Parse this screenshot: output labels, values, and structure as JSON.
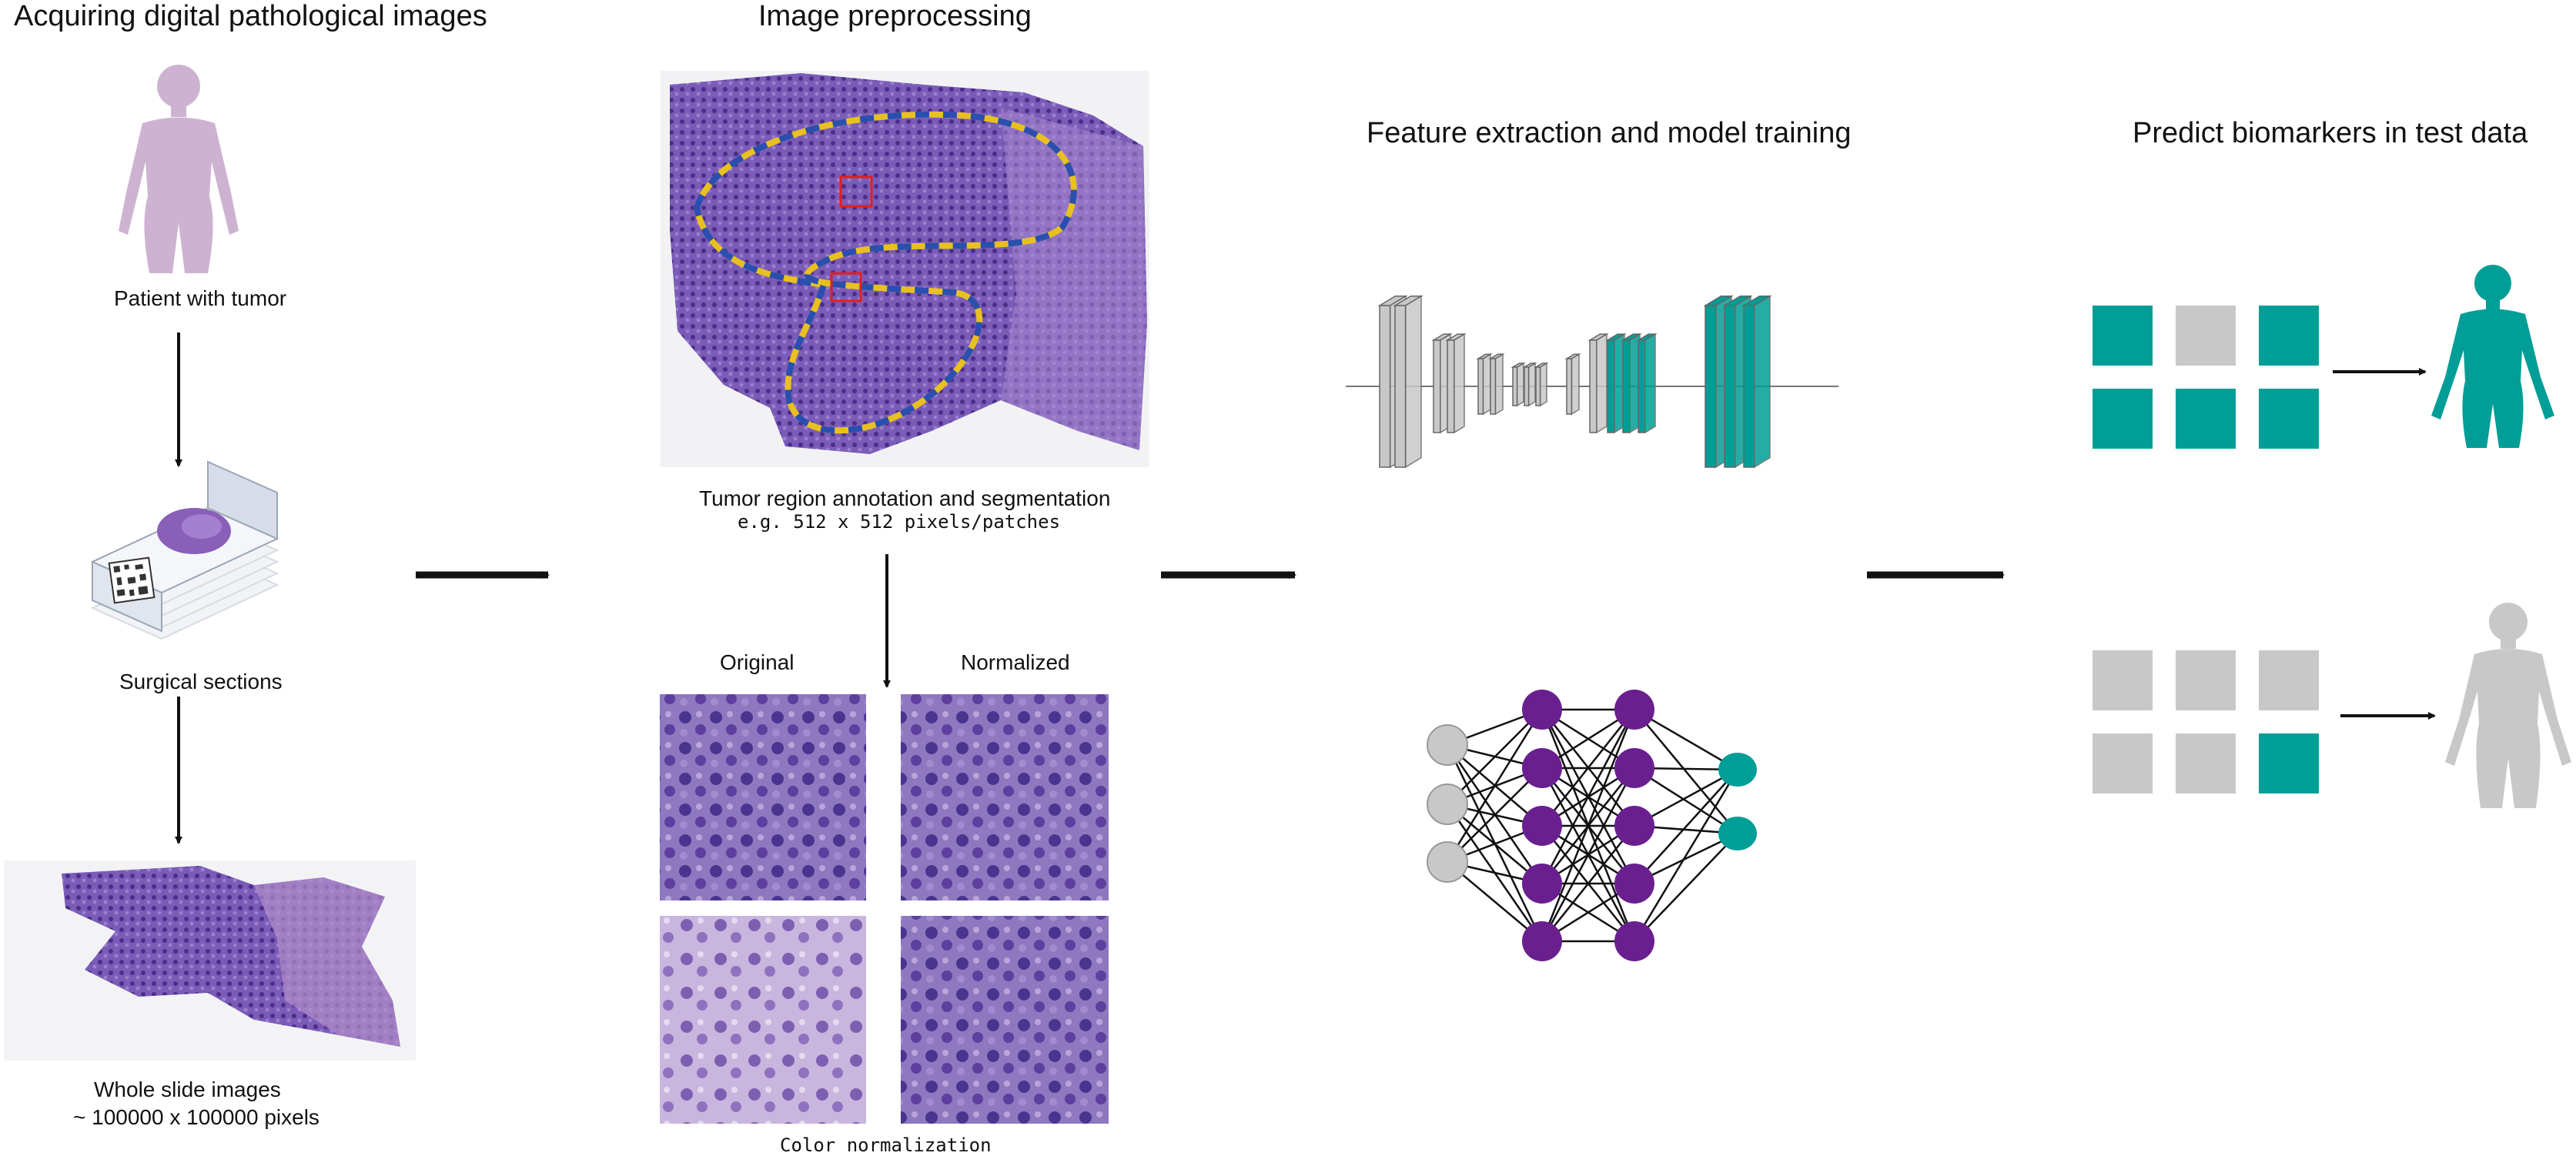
{
  "headings": {
    "acquire": "Acquiring digital pathological images",
    "preprocess": "Image preprocessing",
    "feature": "Feature extraction and model  training",
    "predict": "Predict biomarkers in test data"
  },
  "captions": {
    "patient": "Patient with tumor",
    "sections": "Surgical sections",
    "wsi_line1": "Whole slide images",
    "wsi_line2": "~ 100000 x 100000 pixels",
    "annot_line1": "Tumor region annotation and segmentation",
    "annot_line2": "e.g. 512 x 512 pixels/patches",
    "original": "Original",
    "normalized": "Normalized",
    "color_norm": "Color normalization"
  },
  "colors": {
    "teal": "#009e96",
    "gray": "#c8c8c8",
    "purple": "#6a1f8f",
    "patient_lilac": "#cdb3d1",
    "tissue": "#6b4aa8",
    "annotation_yellow": "#e8c020",
    "annotation_blue": "#2a4fb0",
    "patch_red": "#e02020"
  },
  "prediction": {
    "positive_grid": [
      "teal",
      "gray",
      "teal",
      "teal",
      "teal",
      "teal"
    ],
    "negative_grid": [
      "gray",
      "gray",
      "gray",
      "gray",
      "gray",
      "teal"
    ]
  },
  "icons": {
    "patient": "female-patient-icon",
    "slides": "slide-stack-icon",
    "cnn": "cnn-architecture-icon",
    "mlp": "neural-network-icon"
  }
}
